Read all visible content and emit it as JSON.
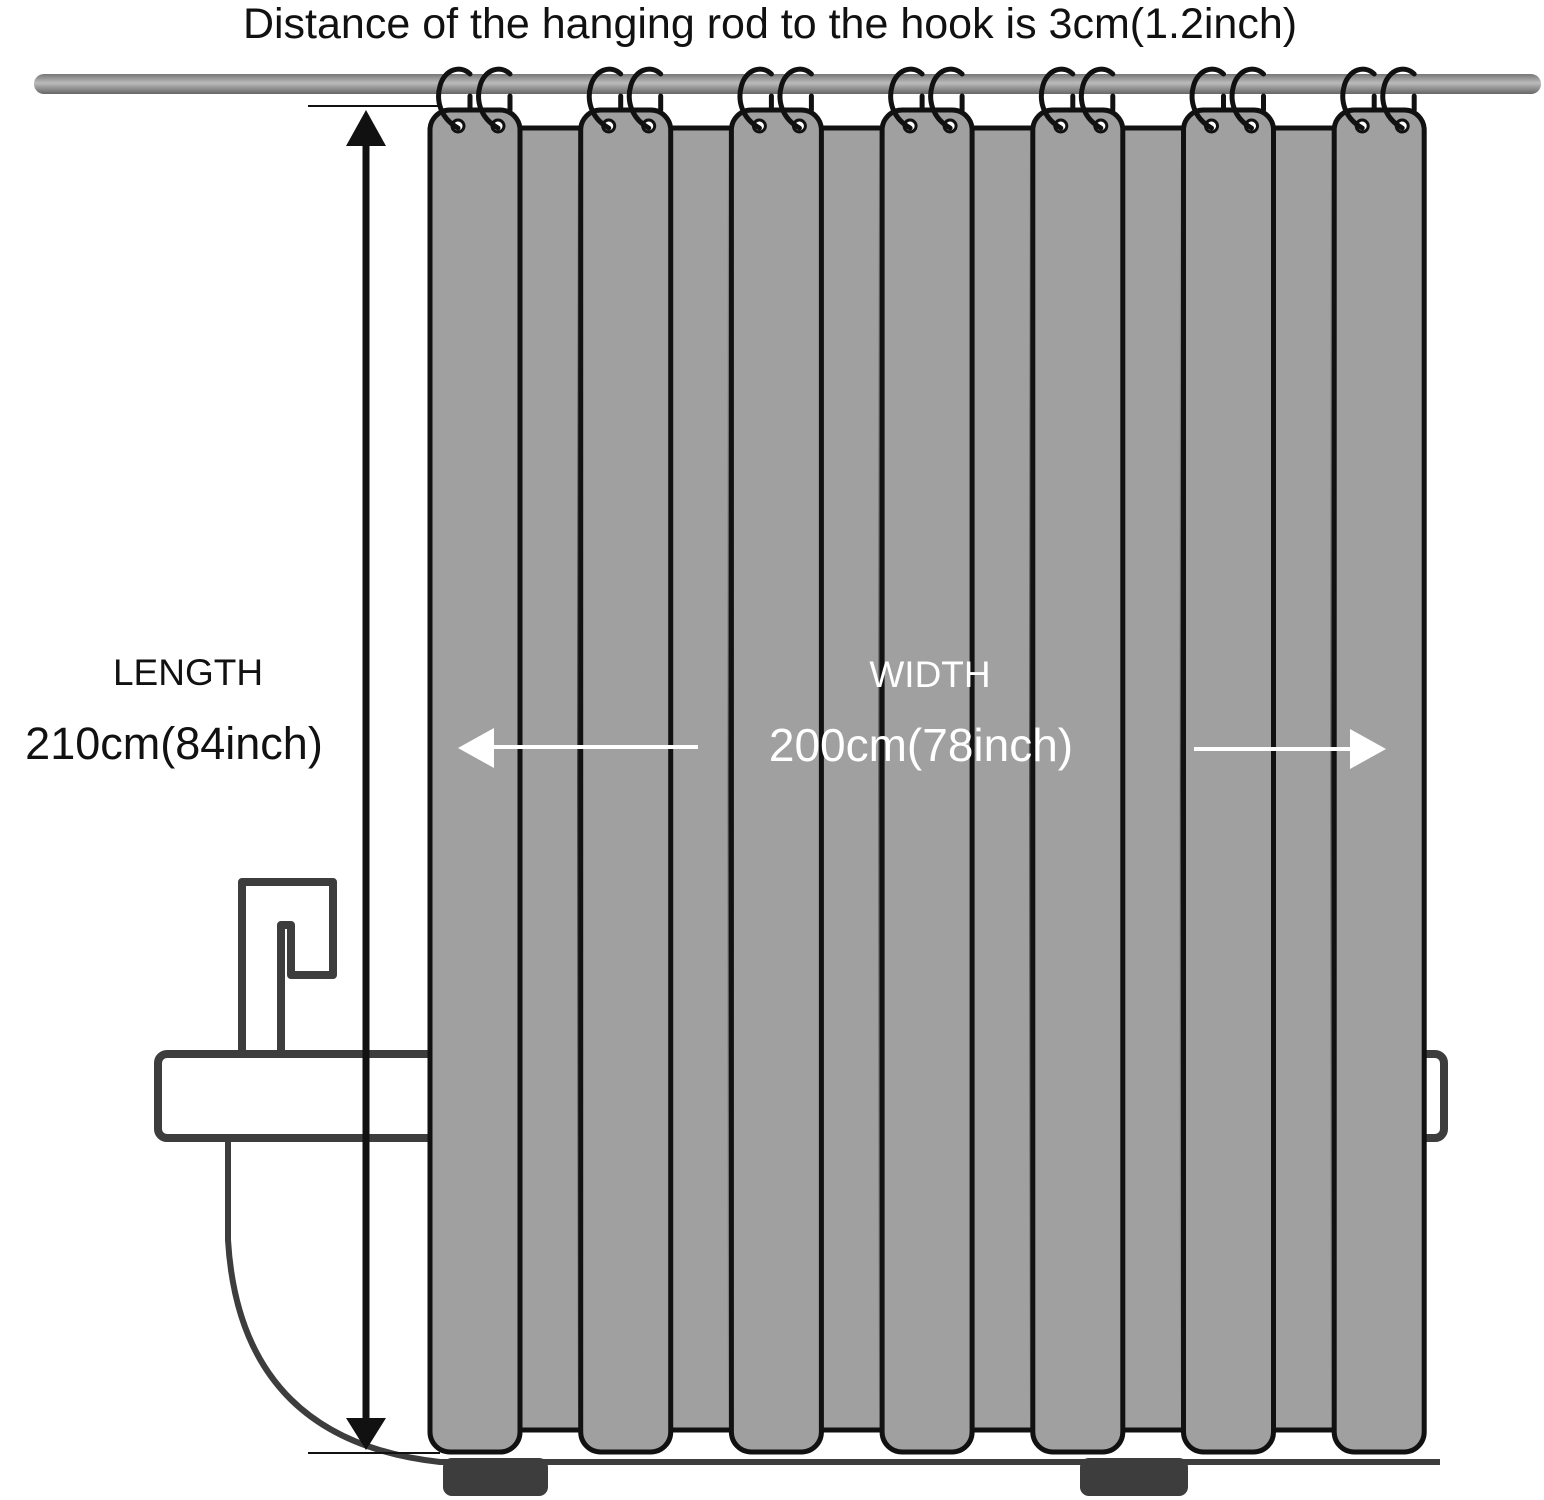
{
  "title": "Distance of the hanging rod to the hook is 3cm(1.2inch)",
  "length": {
    "label": "LENGTH",
    "value": "210cm(84inch)"
  },
  "width": {
    "label": "WIDTH",
    "value": "200cm(78inch)"
  },
  "curtain": {
    "panel_count": 7,
    "color": "#a0a0a0",
    "outline": "#111111"
  },
  "tub": {
    "color": "#3d3d3d"
  }
}
